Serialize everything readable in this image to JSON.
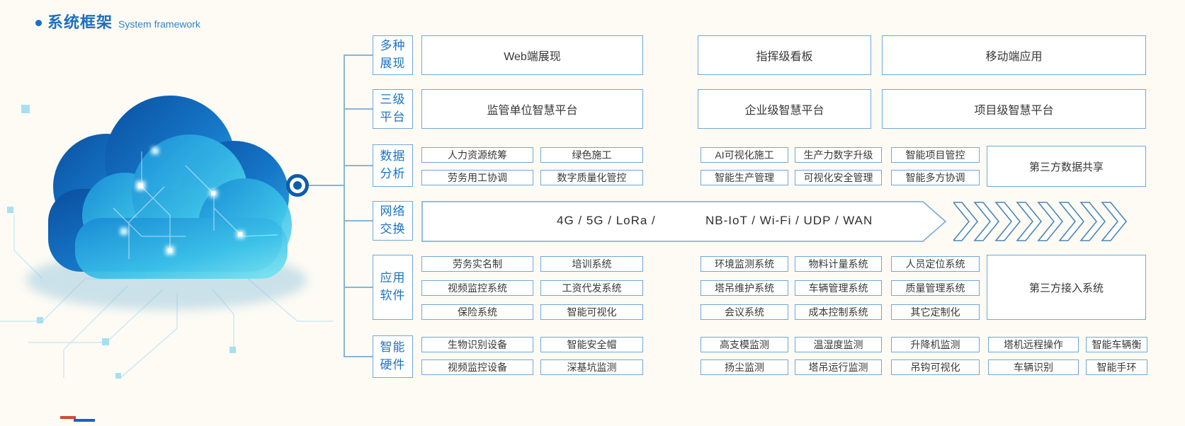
{
  "title": {
    "zh": "系统框架",
    "en": "System framework"
  },
  "colors": {
    "accent": "#1b6fc2",
    "box_border": "#6fa8dc",
    "label_text": "#1b74c5",
    "box_text": "#383838",
    "connector": "#8ab4d8",
    "chevron": "#4a86b8",
    "cloud_dark": "#0b4fa0",
    "cloud_light": "#7fe6f2"
  },
  "tiers": [
    {
      "name": "display",
      "label_lines": [
        "多种",
        "展现"
      ],
      "boxes": [
        "Web端展现",
        "指挥级看板",
        "移动端应用"
      ]
    },
    {
      "name": "platforms",
      "label_lines": [
        "三级",
        "平台"
      ],
      "boxes": [
        "监管单位智慧平台",
        "企业级智慧平台",
        "项目级智慧平台"
      ]
    },
    {
      "name": "data-analysis",
      "label_lines": [
        "数据",
        "分析"
      ],
      "row1": [
        "人力资源统筹",
        "绿色施工",
        "AI可视化施工",
        "生产力数字升级",
        "智能项目管控"
      ],
      "row2": [
        "劳务用工协调",
        "数字质量化管控",
        "智能生产管理",
        "可视化安全管理",
        "智能多方协调"
      ],
      "side": "第三方数据共享"
    },
    {
      "name": "network",
      "label_lines": [
        "网络",
        "交换"
      ],
      "text_left": "4G / 5G / LoRa /",
      "text_right": "NB-IoT / Wi-Fi / UDP / WAN"
    },
    {
      "name": "app-software",
      "label_lines": [
        "应用",
        "软件"
      ],
      "row1": [
        "劳务实名制",
        "培训系统",
        "环境监测系统",
        "物料计量系统",
        "人员定位系统"
      ],
      "row2": [
        "视频监控系统",
        "工资代发系统",
        "塔吊维护系统",
        "车辆管理系统",
        "质量管理系统"
      ],
      "row3": [
        "保险系统",
        "智能可视化",
        "会议系统",
        "成本控制系统",
        "其它定制化"
      ],
      "side": "第三方接入系统"
    },
    {
      "name": "smart-hardware",
      "label_lines": [
        "智能",
        "硬件"
      ],
      "row1": [
        "生物识别设备",
        "智能安全帽",
        "高支模监测",
        "温湿度监测",
        "升降机监测",
        "塔机远程操作",
        "智能车辆衡"
      ],
      "row2": [
        "视频监控设备",
        "深基坑监测",
        "扬尘监测",
        "塔吊运行监测",
        "吊钩可视化",
        "车辆识别",
        "智能手环"
      ]
    }
  ]
}
